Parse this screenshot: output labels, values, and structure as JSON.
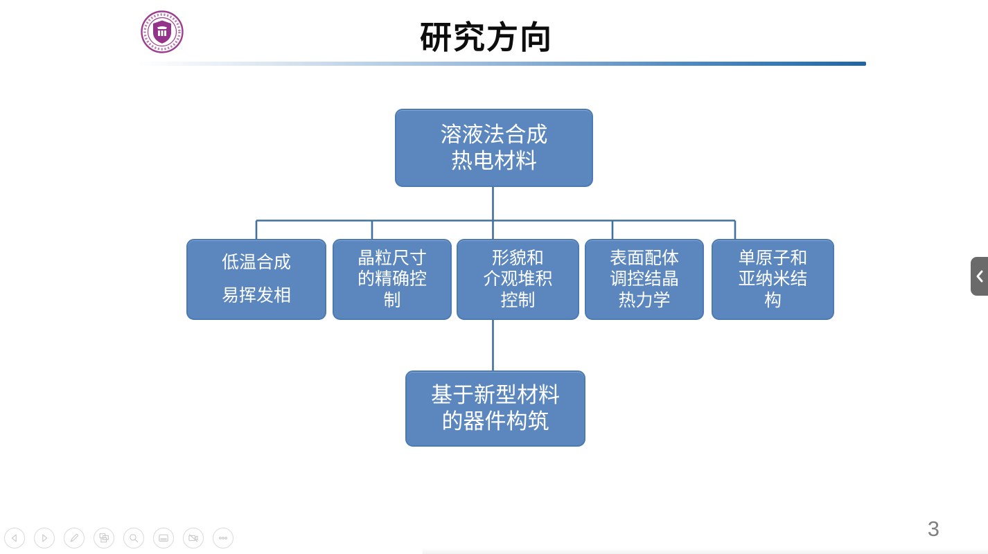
{
  "header": {
    "title": "研究方向",
    "logo_icon": "university-seal-icon",
    "logo_color": "#9b3d90",
    "rule_gradient": [
      "#ffffff",
      "#9dbede",
      "#2e74b5"
    ]
  },
  "diagram": {
    "root": {
      "label": "溶液法合成\n热电材料"
    },
    "children": [
      {
        "label": "低温合成\n易挥发相"
      },
      {
        "label": "晶粒尺寸\n的精确控\n制"
      },
      {
        "label": "形貌和\n介观堆积\n控制"
      },
      {
        "label": "表面配体\n调控结晶\n热力学"
      },
      {
        "label": "单原子和\n亚纳米结\n构"
      }
    ],
    "leaf": {
      "label": "基于新型材料\n的器件构筑"
    },
    "colors": {
      "box_fill": "#5b87be",
      "box_border": "#4c7ab2",
      "connector": "#41719c",
      "text": "#ffffff"
    }
  },
  "presenter_toolbar": {
    "items": [
      {
        "name": "previous-slide",
        "icon": "triangle-left-icon"
      },
      {
        "name": "next-slide",
        "icon": "triangle-right-icon"
      },
      {
        "name": "pen-tools",
        "icon": "pen-icon"
      },
      {
        "name": "all-slides",
        "icon": "slides-stack-icon"
      },
      {
        "name": "zoom-slide",
        "icon": "magnifier-icon"
      },
      {
        "name": "captions",
        "icon": "captions-icon"
      },
      {
        "name": "camera-off",
        "icon": "camera-off-icon"
      },
      {
        "name": "more-options",
        "icon": "ellipsis-icon"
      }
    ]
  },
  "side_panel_toggle": {
    "icon": "chevron-left-icon",
    "color": "#6a6a6a"
  },
  "footer": {
    "page_number": "3"
  }
}
